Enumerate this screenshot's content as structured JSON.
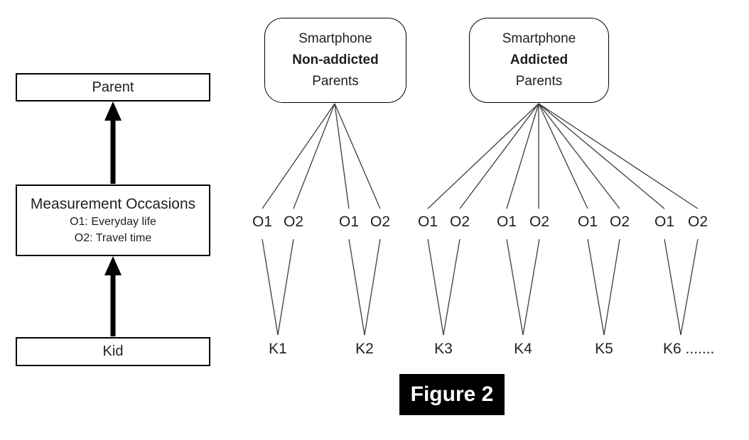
{
  "figure": {
    "caption": "Figure 2"
  },
  "left_panel": {
    "parent_label": "Parent",
    "measurement": {
      "title": "Measurement Occasions",
      "o1_desc": "O1: Everyday life",
      "o2_desc": "O2: Travel time"
    },
    "kid_label": "Kid"
  },
  "groups": {
    "non_addicted": {
      "line1": "Smartphone",
      "line2": "Non-addicted",
      "line3": "Parents"
    },
    "addicted": {
      "line1": "Smartphone",
      "line2": "Addicted",
      "line3": "Parents"
    }
  },
  "occasion_labels": {
    "o1": "O1",
    "o2": "O2"
  },
  "kid_labels": [
    "K1",
    "K2",
    "K3",
    "K4",
    "K5",
    "K6 ......."
  ]
}
